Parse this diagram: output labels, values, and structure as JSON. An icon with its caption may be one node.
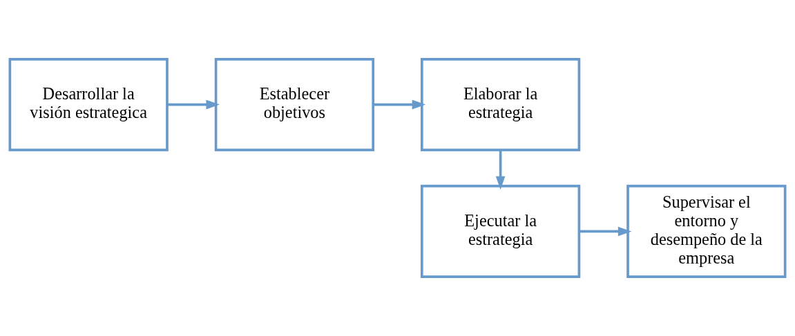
{
  "diagram": {
    "nodes": [
      {
        "text": [
          "Desarrollar la visión estrategica"
        ]
      },
      {
        "text": [
          "Establecer objetivos"
        ]
      },
      {
        "text": [
          "Elaborar la estrategia"
        ]
      },
      {
        "text": [
          "Ejecutar la estrategia"
        ]
      },
      {
        "text": [
          "Supervisar el entorno y desempeño de la empresa"
        ]
      }
    ],
    "edges": [
      {
        "from": 0,
        "to": 1,
        "arrow": "to"
      },
      {
        "from": 1,
        "to": 2,
        "arrow": "to"
      },
      {
        "from": 2,
        "to": 3,
        "arrow": "to"
      },
      {
        "from": 3,
        "to": 4,
        "arrow": "to"
      }
    ]
  }
}
